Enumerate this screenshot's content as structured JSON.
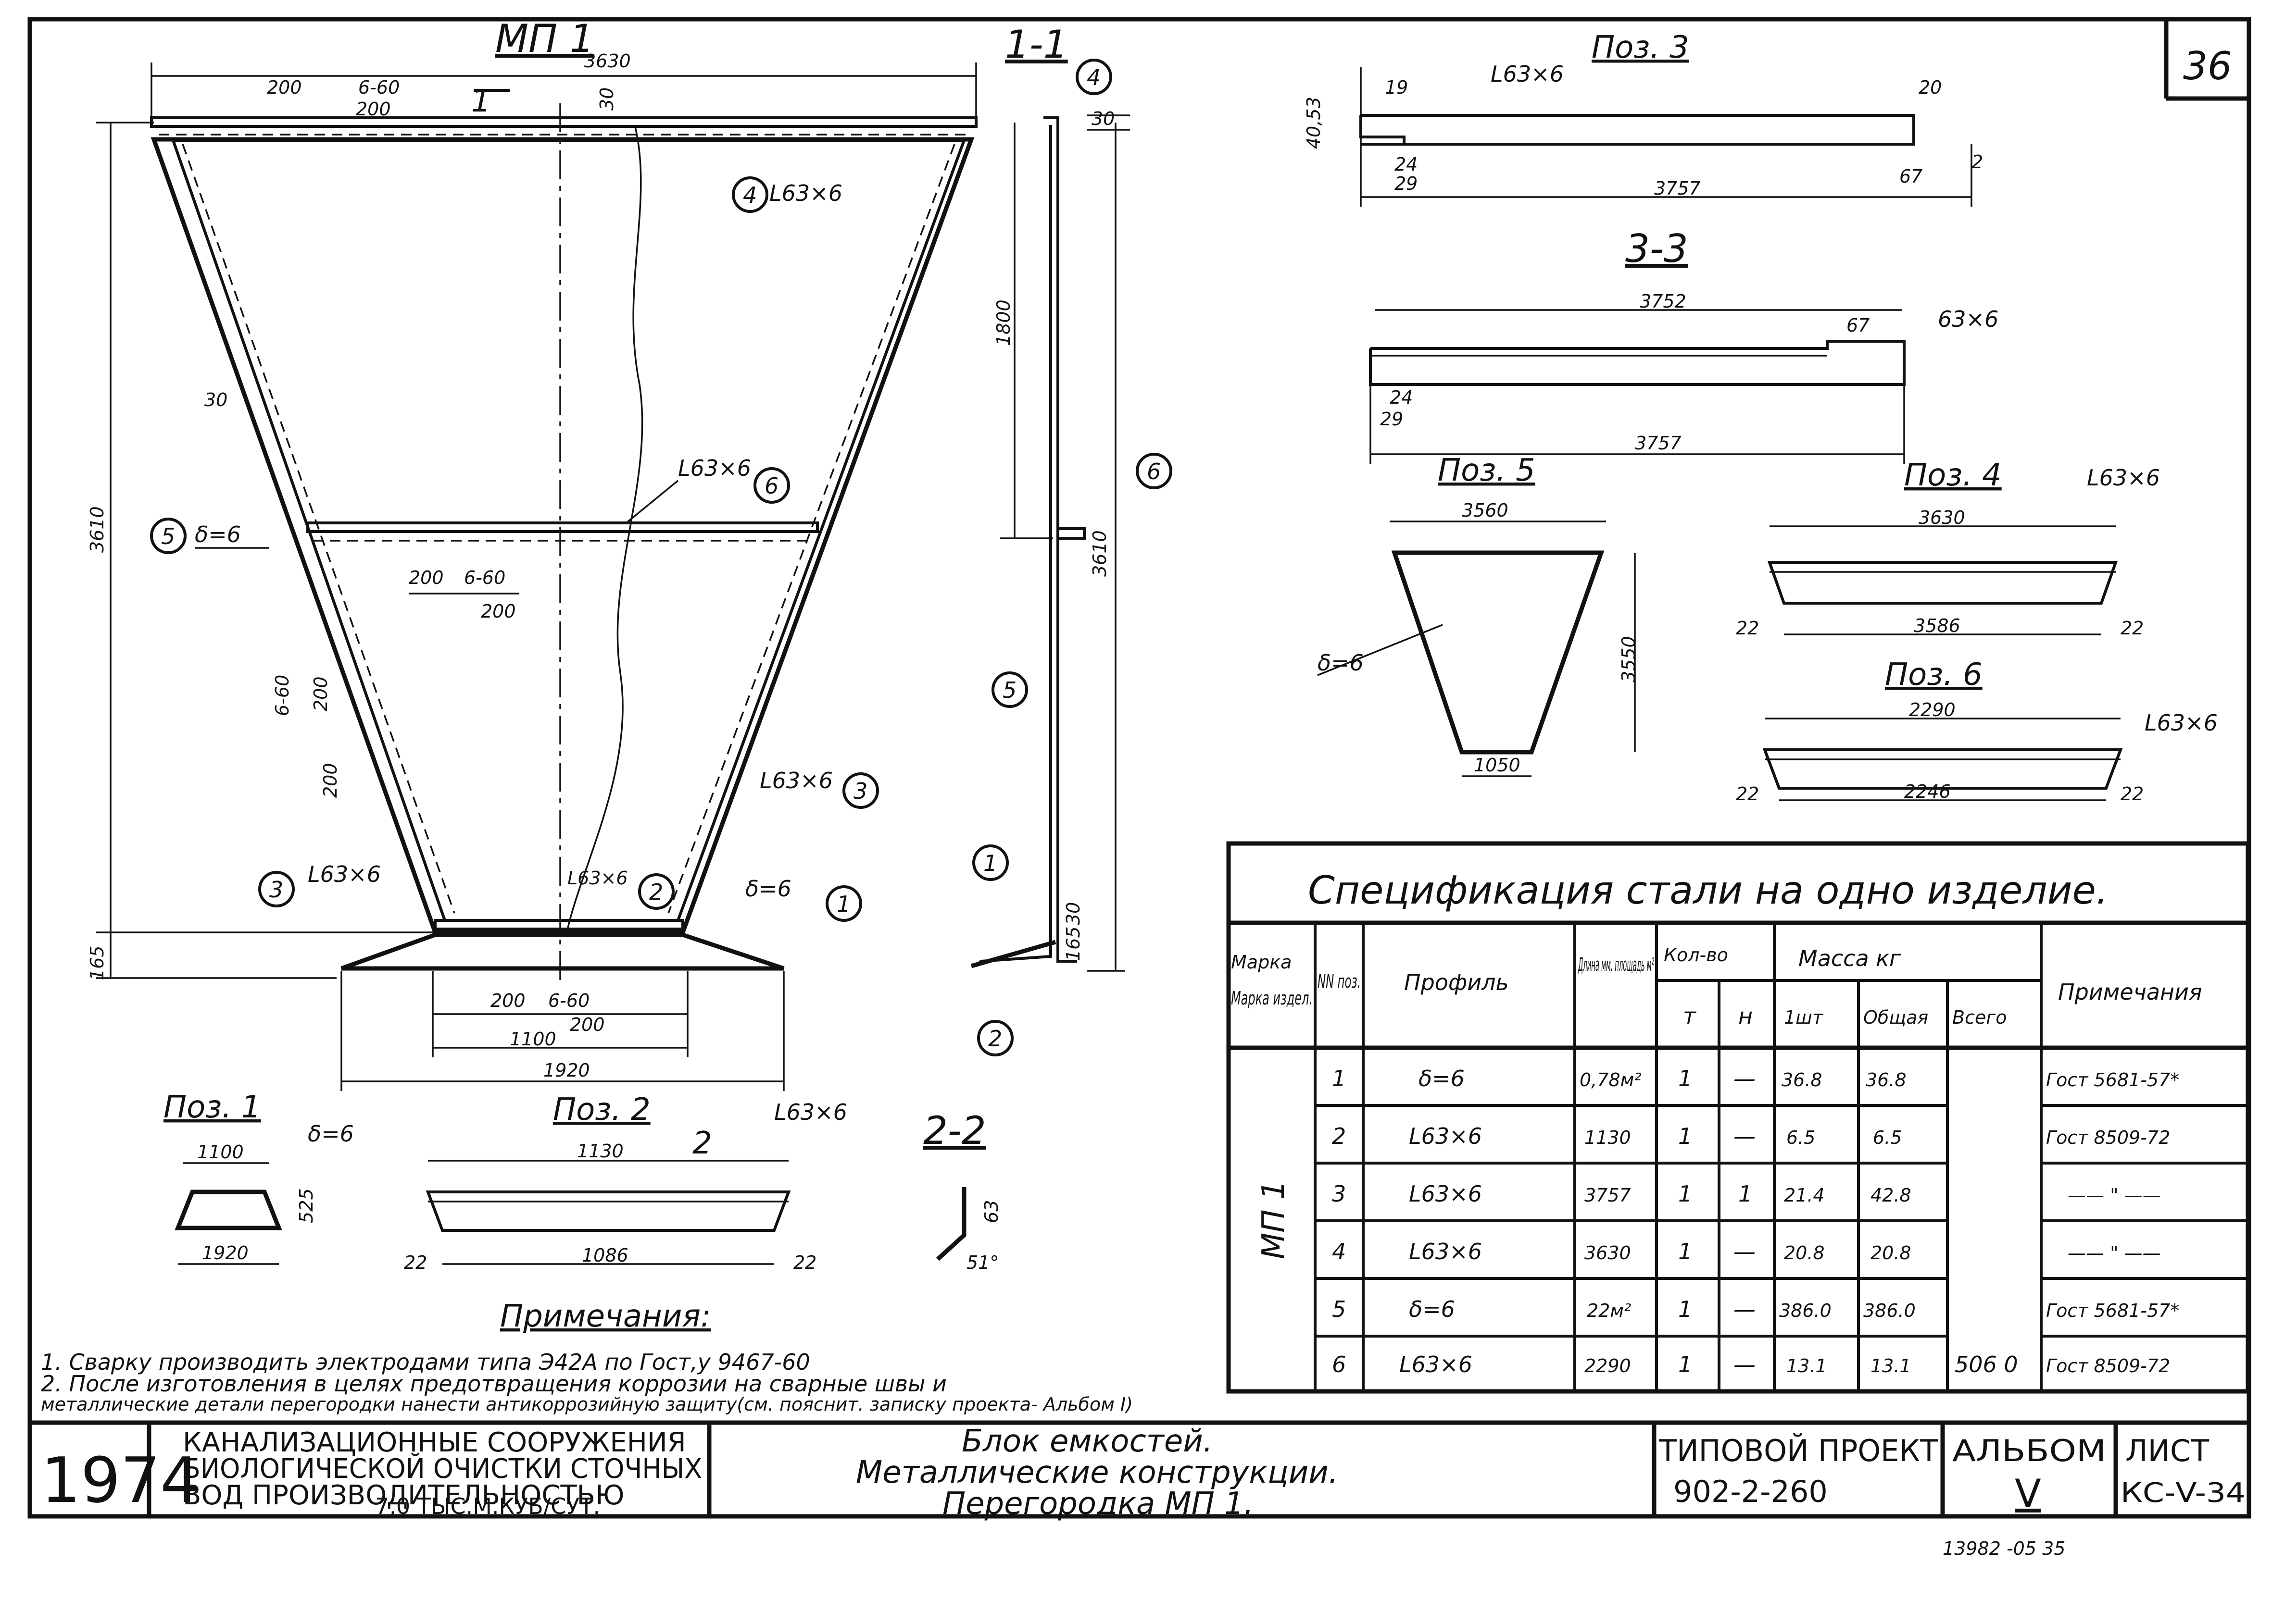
{
  "sheet_number": "36",
  "main_view": {
    "title": "МП 1",
    "dims": {
      "top_width": "3630",
      "height": "3610",
      "bottom_ext": "165",
      "base_width": "1920",
      "base_inner": "1100",
      "weld_spacing": "200",
      "weld_pitch": "6-60",
      "weld_gap": "30",
      "side_gap": "30"
    },
    "labels": {
      "angle": "L63×6",
      "plate": "δ=6",
      "section_mark": "1"
    },
    "callouts": [
      "1",
      "2",
      "3",
      "4",
      "5",
      "6"
    ]
  },
  "section_1_1": {
    "title": "1-1",
    "dims": {
      "d1": "30",
      "d2": "1800",
      "d3": "3610",
      "d4": "165",
      "d5": "30"
    },
    "callouts": [
      "4",
      "6",
      "5",
      "1",
      "2"
    ]
  },
  "pos3": {
    "title": "Поз. 3",
    "profile": "L63×6",
    "dims": {
      "d19": "19",
      "d20": "20",
      "d40": "40,53",
      "d24": "24",
      "d29": "29",
      "len": "3757",
      "d67": "67",
      "d2": "2"
    }
  },
  "section_3_3": {
    "title": "3-3",
    "profile": "63×6",
    "dims": {
      "top": "3752",
      "d67": "67",
      "d24": "24",
      "d29": "29",
      "bottom": "3757"
    }
  },
  "pos5": {
    "title": "Поз. 5",
    "plate": "δ=6",
    "dims": {
      "top": "3560",
      "height": "3550",
      "bottom": "1050"
    }
  },
  "pos4": {
    "title": "Поз. 4",
    "profile": "L63×6",
    "dims": {
      "top": "3630",
      "bottom": "3586",
      "left": "22",
      "right": "22"
    }
  },
  "pos6": {
    "title": "Поз. 6",
    "profile": "L63×6",
    "dims": {
      "top": "2290",
      "bottom": "2246",
      "left": "22",
      "right": "22"
    }
  },
  "pos1": {
    "title": "Поз. 1",
    "plate": "δ=6",
    "dims": {
      "top": "1100",
      "height": "525",
      "bottom": "1920"
    }
  },
  "pos2": {
    "title": "Поз. 2",
    "profile": "L63×6",
    "dims": {
      "top": "1130",
      "bottom": "1086",
      "left": "22",
      "right": "22"
    },
    "section_mark": "2"
  },
  "section_2_2": {
    "title": "2-2",
    "dims": {
      "d63": "63",
      "angle": "51°"
    }
  },
  "spec_table": {
    "title": "Спецификация стали на одно изделие.",
    "headers": {
      "mark": "Марка издел.",
      "pos": "NN поз.",
      "profile": "Профиль",
      "length": "Длина мм. площадь м²",
      "qty": "Кол-во",
      "qty_t": "т",
      "qty_n": "н",
      "mass": "Масса кг",
      "mass_1": "1шт",
      "mass_total": "Общая",
      "mass_all": "Всего",
      "notes": "Примечания"
    },
    "mark_value": "МП 1",
    "rows": [
      {
        "pos": "1",
        "profile": "δ=6",
        "length": "0,78м²",
        "t": "1",
        "n": "—",
        "m1": "36.8",
        "mt": "36.8",
        "note": "Гост 5681-57*"
      },
      {
        "pos": "2",
        "profile": "L63×6",
        "length": "1130",
        "t": "1",
        "n": "—",
        "m1": "6.5",
        "mt": "6.5",
        "note": "Гост 8509-72"
      },
      {
        "pos": "3",
        "profile": "L63×6",
        "length": "3757",
        "t": "1",
        "n": "1",
        "m1": "21.4",
        "mt": "42.8",
        "note": "—— \" ——"
      },
      {
        "pos": "4",
        "profile": "L63×6",
        "length": "3630",
        "t": "1",
        "n": "—",
        "m1": "20.8",
        "mt": "20.8",
        "note": "—— \" ——"
      },
      {
        "pos": "5",
        "profile": "δ=6",
        "length": "22м²",
        "t": "1",
        "n": "—",
        "m1": "386.0",
        "mt": "386.0",
        "note": "Гост 5681-57*"
      },
      {
        "pos": "6",
        "profile": "L63×6",
        "length": "2290",
        "t": "1",
        "n": "—",
        "m1": "13.1",
        "mt": "13.1",
        "note": "Гост 8509-72"
      }
    ],
    "total": "506 0"
  },
  "notes": {
    "title": "Примечания:",
    "items": [
      "1. Сварку производить электродами типа Э42А по Гост,у 9467-60",
      "2. После изготовления в целях предотвращения коррозии на сварные швы и",
      "металлические детали перегородки нанести антикоррозийную защиту(см. пояснит. записку проекта- Альбом I)"
    ]
  },
  "title_block": {
    "year": "1974",
    "project_line1": "КАНАЛИЗАЦИОННЫЕ СООРУЖЕНИЯ",
    "project_line2": "БИОЛОГИЧЕСКОЙ ОЧИСТКИ СТОЧНЫХ",
    "project_line3": "ВОД ПРОИЗВОДИТЕЛЬНОСТЬЮ",
    "project_line4": "7,0 ТЫС.М.КУБ/СУТ.",
    "desc_line1": "Блок емкостей.",
    "desc_line2": "Металлические конструкции.",
    "desc_line3": "Перегородка МП 1.",
    "typical_label": "ТИПОВОЙ ПРОЕКТ",
    "typical_value": "902-2-260",
    "album_label": "АЛЬБОМ",
    "album_value": "V",
    "sheet_label": "ЛИСТ",
    "sheet_value": "КС-V-34"
  },
  "stamp": "13982 -05  35"
}
